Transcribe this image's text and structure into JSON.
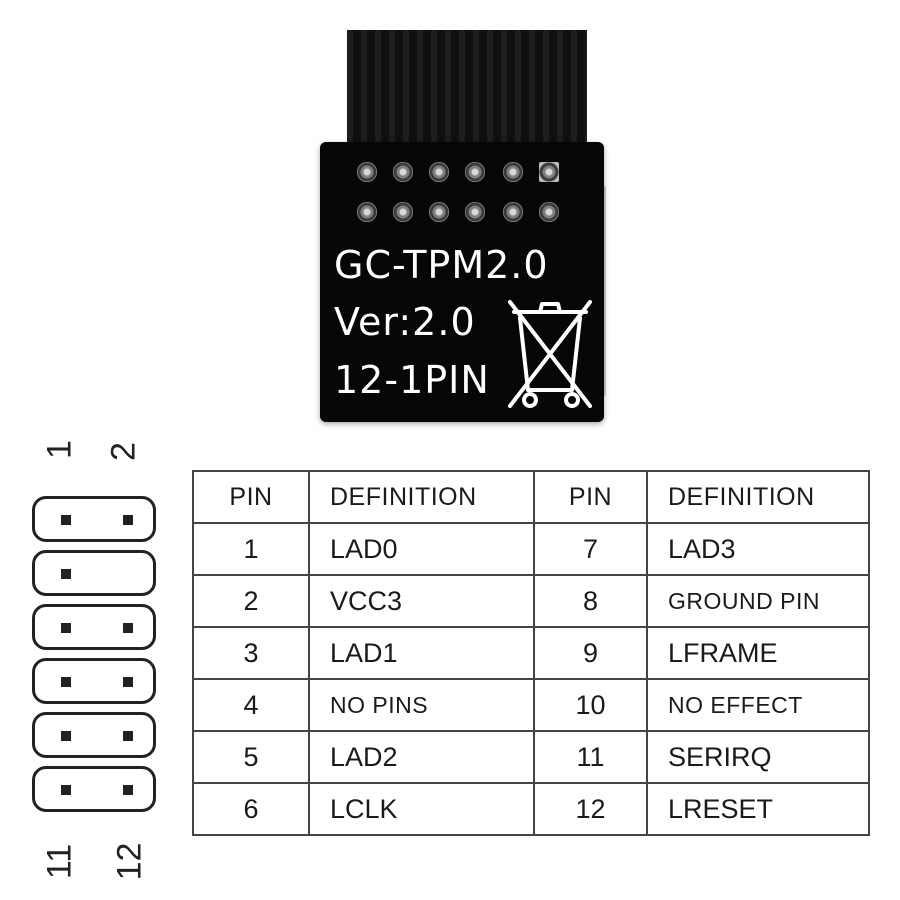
{
  "board": {
    "model": "GC-TPM2.0",
    "version": "Ver:2.0",
    "pin_count": "12-1PIN",
    "icon": "crossed-out-wheelie-bin-icon"
  },
  "header_diagram": {
    "label_pin1": "1",
    "label_pin2": "2",
    "label_pin11": "11",
    "label_pin12": "12",
    "rows": [
      {
        "left": true,
        "right": true
      },
      {
        "left": true,
        "right": false
      },
      {
        "left": true,
        "right": true
      },
      {
        "left": true,
        "right": true
      },
      {
        "left": true,
        "right": true
      },
      {
        "left": true,
        "right": true
      }
    ]
  },
  "table": {
    "headers": [
      "PIN",
      "DEFINITION",
      "PIN",
      "DEFINITION"
    ],
    "rows": [
      {
        "pin_a": "1",
        "def_a": "LAD0",
        "pin_b": "7",
        "def_b": "LAD3"
      },
      {
        "pin_a": "2",
        "def_a": "VCC3",
        "pin_b": "8",
        "def_b": "GROUND PIN"
      },
      {
        "pin_a": "3",
        "def_a": "LAD1",
        "pin_b": "9",
        "def_b": "LFRAME"
      },
      {
        "pin_a": "4",
        "def_a": "NO PINS",
        "pin_b": "10",
        "def_b": "NO EFFECT"
      },
      {
        "pin_a": "5",
        "def_a": "LAD2",
        "pin_b": "11",
        "def_b": "SERIRQ"
      },
      {
        "pin_a": "6",
        "def_a": "LCLK",
        "pin_b": "12",
        "def_b": "LRESET"
      }
    ]
  }
}
